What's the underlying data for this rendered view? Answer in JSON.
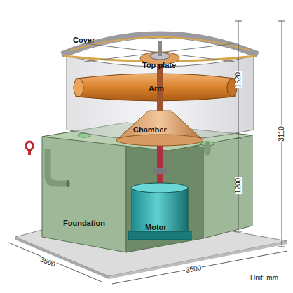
{
  "diagram": {
    "labels": [
      "Cover",
      "Top plate",
      "Arm",
      "Chamber",
      "Foundation",
      "Motor",
      "1520",
      "3110",
      "1200",
      "3500",
      "3500",
      "Unit: mm"
    ]
  }
}
